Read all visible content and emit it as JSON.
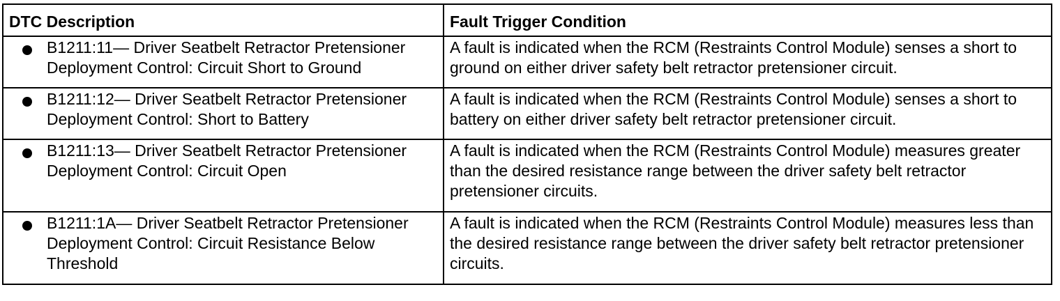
{
  "table": {
    "headers": [
      "DTC Description",
      "Fault Trigger Condition"
    ],
    "rows": [
      {
        "description": "B1211:11— Driver Seatbelt Retractor Pretensioner Deployment Control: Circuit Short to Ground",
        "condition": "A fault is indicated when the RCM (Restraints Control Module) senses a short to ground on either driver safety belt retractor pretensioner circuit."
      },
      {
        "description": "B1211:12— Driver Seatbelt Retractor Pretensioner Deployment Control: Short to Battery",
        "condition": "A fault is indicated when the RCM (Restraints Control Module) senses a short to battery on either driver safety belt retractor pretensioner circuit."
      },
      {
        "description": "B1211:13— Driver Seatbelt Retractor Pretensioner Deployment Control: Circuit Open",
        "condition": "A fault is indicated when the RCM (Restraints Control Module) measures greater than the desired resistance range between the driver safety belt retractor pretensioner circuits."
      },
      {
        "description": "B1211:1A— Driver Seatbelt Retractor Pretensioner Deployment Control: Circuit Resistance Below Threshold",
        "condition": "A fault is indicated when the RCM (Restraints Control Module) measures less than the desired resistance range between the driver safety belt retractor pretensioner circuits."
      }
    ]
  }
}
